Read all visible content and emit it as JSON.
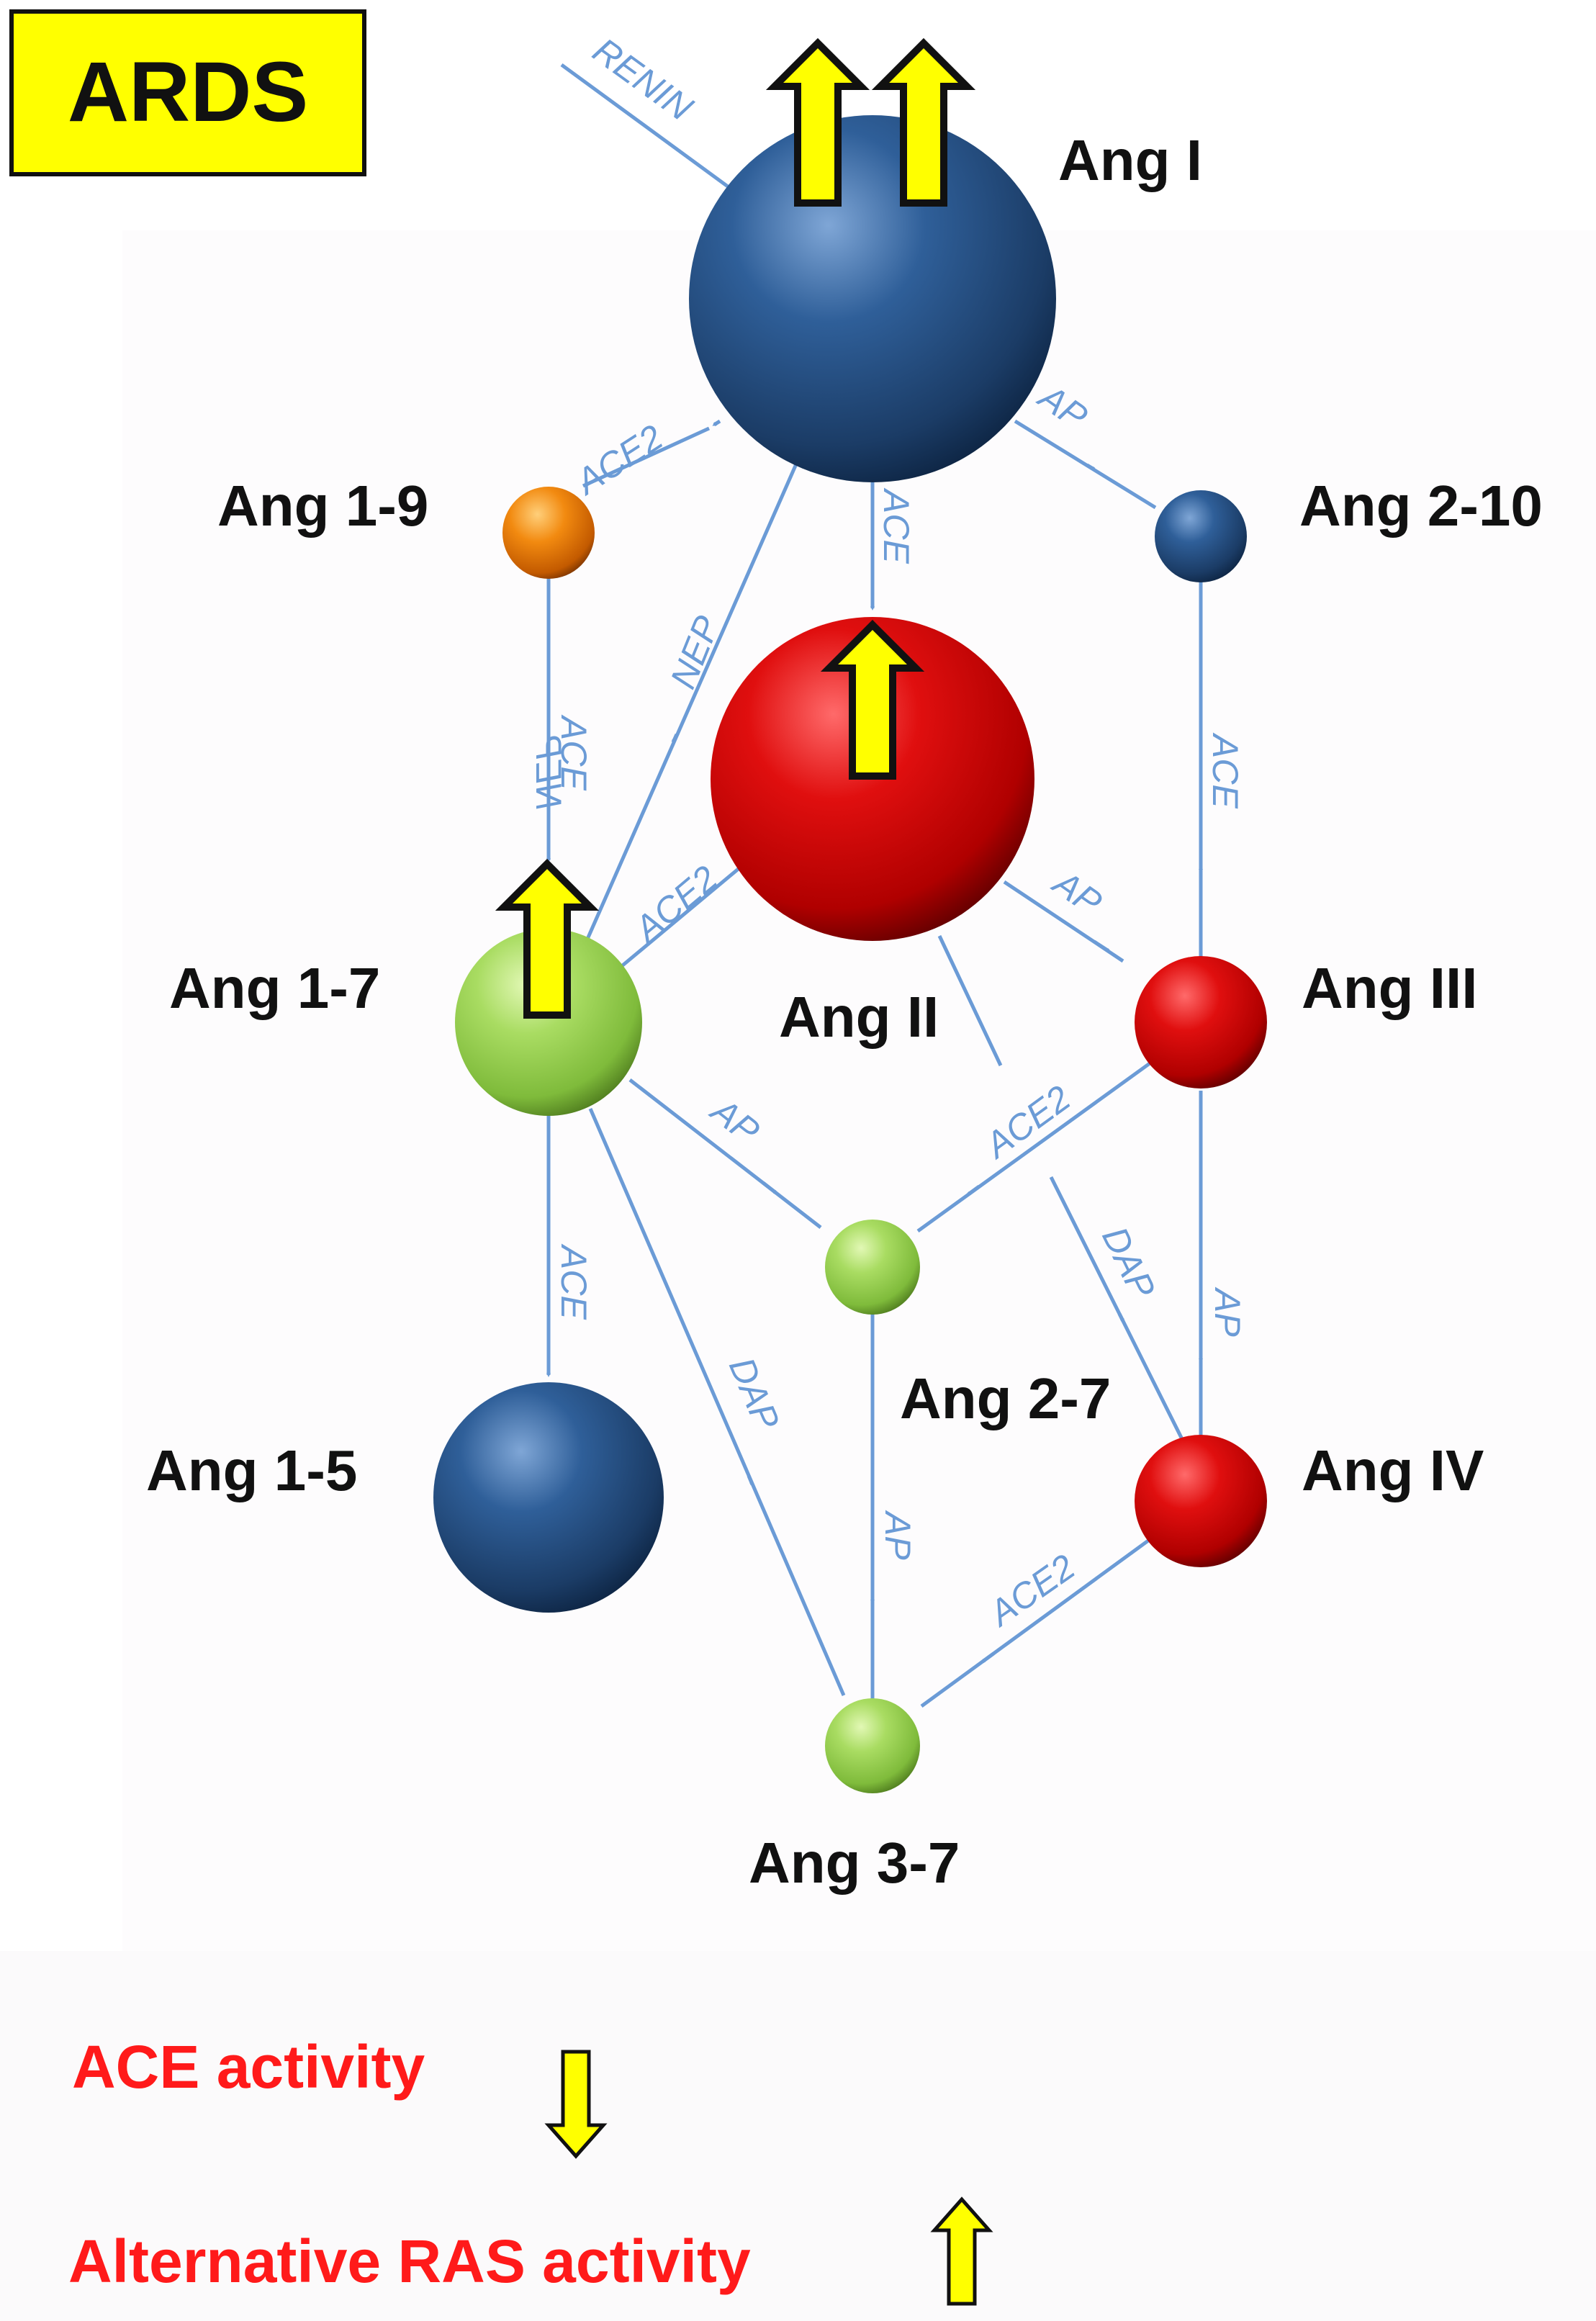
{
  "badge": {
    "label": "ARDS",
    "bg_color": "#ffff00"
  },
  "nodes": {
    "ang1": {
      "label": "Ang I",
      "color": "blue"
    },
    "ang19": {
      "label": "Ang 1-9",
      "color": "orange"
    },
    "ang210": {
      "label": "Ang 2-10",
      "color": "blue"
    },
    "ang2": {
      "label": "Ang II",
      "color": "red"
    },
    "ang17": {
      "label": "Ang 1-7",
      "color": "green"
    },
    "ang3": {
      "label": "Ang III",
      "color": "red"
    },
    "ang27": {
      "label": "Ang 2-7",
      "color": "green"
    },
    "ang15": {
      "label": "Ang 1-5",
      "color": "blue"
    },
    "ang4": {
      "label": "Ang IV",
      "color": "red"
    },
    "ang37": {
      "label": "Ang 3-7",
      "color": "green"
    }
  },
  "enzymes": {
    "renin": "RENIN",
    "ace2_1to19": "ACE2",
    "ap_1to210": "AP",
    "ace_1to2": "ACE",
    "nep_1to17": "NEP",
    "ace_19to17": "ACE",
    "nep_19to17": "NEP",
    "ace_210to3": "ACE",
    "ace2_2to17": "ACE2",
    "ap_2to3": "AP",
    "ap_17to27": "AP",
    "ace2_3to27": "ACE2",
    "ace_17to15": "ACE",
    "dap_17to37": "DAP",
    "dap_2to4": "DAP",
    "ap_3to4": "AP",
    "ap_27to37": "AP",
    "ace2_4to37": "ACE2"
  },
  "legend": {
    "ace_activity": {
      "text": "ACE activity",
      "direction": "down"
    },
    "alt_ras_activity": {
      "text": "Alternative RAS activity",
      "direction": "up"
    }
  },
  "colors": {
    "edge": "#6b9bd6",
    "legend_text": "#ff1a1a",
    "highlight_arrow": "#ffff00"
  }
}
